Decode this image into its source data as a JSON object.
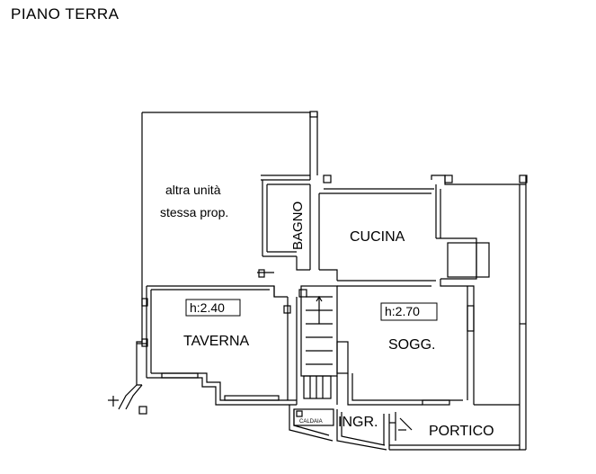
{
  "floor": {
    "title": "PIANO TERRA"
  },
  "rooms": {
    "neighbor_line1": "altra unità",
    "neighbor_line2": "stessa prop.",
    "bagno": "BAGNO",
    "cucina": "CUCINA",
    "taverna": "TAVERNA",
    "soggiorno": "SOGG.",
    "caldaia": "CALDAIA",
    "ingresso": "INGR.",
    "portico": "PORTICO"
  },
  "heights": {
    "taverna": "h:2.40",
    "soggiorno": "h:2.70"
  },
  "colors": {
    "line": "#000000",
    "background": "#ffffff"
  }
}
